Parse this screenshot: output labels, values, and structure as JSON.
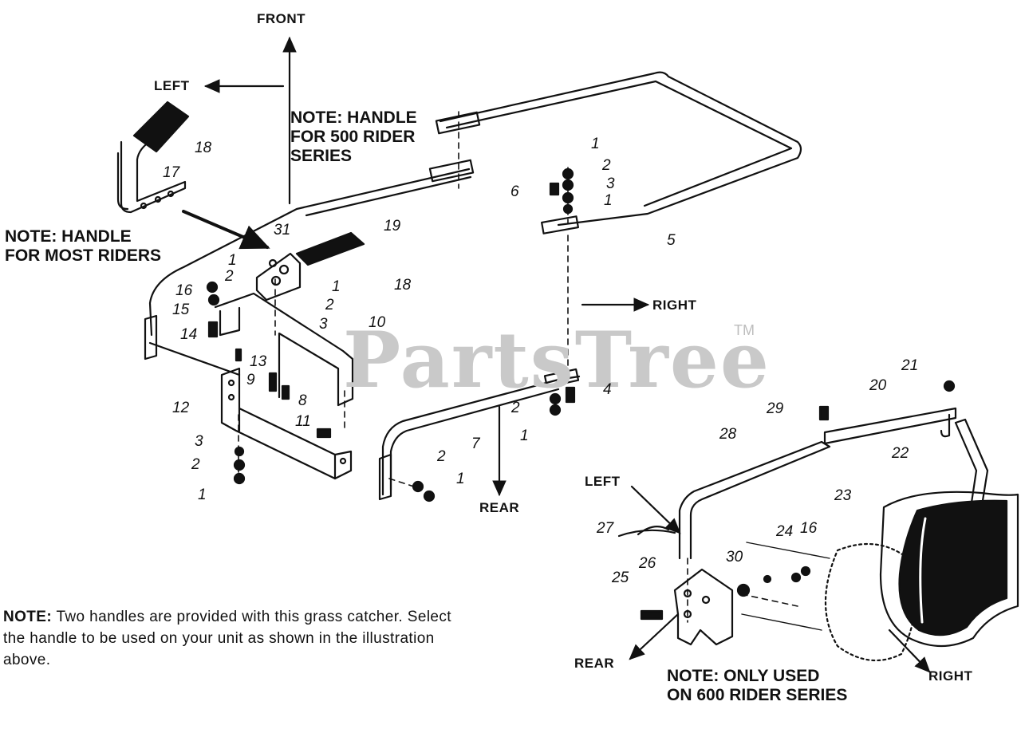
{
  "directions": {
    "front": "FRONT",
    "left_top": "LEFT",
    "right_top": "RIGHT",
    "rear_mid": "REAR",
    "left_bottom": "LEFT",
    "rear_bottom": "REAR",
    "right_bottom": "RIGHT"
  },
  "notes": {
    "handle_500": "NOTE: HANDLE\nFOR 500 RIDER\nSERIES",
    "handle_most": "NOTE: HANDLE\nFOR MOST RIDERS",
    "only_600": "NOTE: ONLY USED\nON 600 RIDER SERIES"
  },
  "footnote": {
    "label": "NOTE:",
    "text": " Two handles are provided with this grass catcher. Select the handle to be used on your unit as shown in the illustration above."
  },
  "watermark": {
    "brand": "PartsTree",
    "trademark": "TM"
  },
  "callouts": [
    {
      "id": "c18a",
      "label": "18"
    },
    {
      "id": "c17",
      "label": "17"
    },
    {
      "id": "c31",
      "label": "31"
    },
    {
      "id": "c19",
      "label": "19"
    },
    {
      "id": "c18b",
      "label": "18"
    },
    {
      "id": "c1a",
      "label": "1"
    },
    {
      "id": "c2a",
      "label": "2"
    },
    {
      "id": "c1b",
      "label": "1"
    },
    {
      "id": "c2b",
      "label": "2"
    },
    {
      "id": "c3a",
      "label": "3"
    },
    {
      "id": "c16a",
      "label": "16"
    },
    {
      "id": "c15",
      "label": "15"
    },
    {
      "id": "c14",
      "label": "14"
    },
    {
      "id": "c10",
      "label": "10"
    },
    {
      "id": "c13",
      "label": "13"
    },
    {
      "id": "c9",
      "label": "9"
    },
    {
      "id": "c8",
      "label": "8"
    },
    {
      "id": "c12",
      "label": "12"
    },
    {
      "id": "c11",
      "label": "11"
    },
    {
      "id": "c3b",
      "label": "3"
    },
    {
      "id": "c2c",
      "label": "2"
    },
    {
      "id": "c1c",
      "label": "1"
    },
    {
      "id": "c2d",
      "label": "2"
    },
    {
      "id": "c1d",
      "label": "1"
    },
    {
      "id": "c7",
      "label": "7"
    },
    {
      "id": "c1e",
      "label": "1"
    },
    {
      "id": "c2e",
      "label": "2"
    },
    {
      "id": "c3c",
      "label": "3"
    },
    {
      "id": "c1f",
      "label": "1"
    },
    {
      "id": "c6",
      "label": "6"
    },
    {
      "id": "c5",
      "label": "5"
    },
    {
      "id": "c4",
      "label": "4"
    },
    {
      "id": "c2f",
      "label": "2"
    },
    {
      "id": "c1g",
      "label": "1"
    },
    {
      "id": "c21",
      "label": "21"
    },
    {
      "id": "c20",
      "label": "20"
    },
    {
      "id": "c29",
      "label": "29"
    },
    {
      "id": "c22",
      "label": "22"
    },
    {
      "id": "c28",
      "label": "28"
    },
    {
      "id": "c23",
      "label": "23"
    },
    {
      "id": "c27",
      "label": "27"
    },
    {
      "id": "c24",
      "label": "24"
    },
    {
      "id": "c16b",
      "label": "16"
    },
    {
      "id": "c30",
      "label": "30"
    },
    {
      "id": "c26",
      "label": "26"
    },
    {
      "id": "c25",
      "label": "25"
    }
  ]
}
